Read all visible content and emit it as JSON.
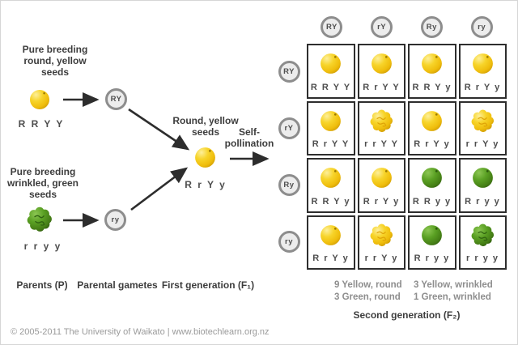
{
  "parents_section": {
    "parent1": {
      "label_lines": [
        "Pure breeding",
        "round, yellow",
        "seeds"
      ],
      "genotype": "R R Y Y",
      "seed": "round-yellow",
      "gamete": "RY"
    },
    "parent2": {
      "label_lines": [
        "Pure breeding",
        "wrinkled, green",
        "seeds"
      ],
      "genotype": "r r y y",
      "seed": "wrinkled-green",
      "gamete": "ry"
    }
  },
  "f1": {
    "label_lines": [
      "Round, yellow",
      "seeds"
    ],
    "genotype": "R r Y y",
    "seed": "round-yellow",
    "self_pollination_lines": [
      "Self-",
      "pollination"
    ]
  },
  "punnett": {
    "col_gametes": [
      "RY",
      "rY",
      "Ry",
      "ry"
    ],
    "row_gametes": [
      "RY",
      "rY",
      "Ry",
      "ry"
    ],
    "cells": [
      [
        {
          "genotype": "R R Y Y",
          "seed": "round-yellow"
        },
        {
          "genotype": "R r Y Y",
          "seed": "round-yellow"
        },
        {
          "genotype": "R R Y y",
          "seed": "round-yellow"
        },
        {
          "genotype": "R r Y y",
          "seed": "round-yellow"
        }
      ],
      [
        {
          "genotype": "R r Y Y",
          "seed": "round-yellow"
        },
        {
          "genotype": "r r Y Y",
          "seed": "wrinkled-yellow"
        },
        {
          "genotype": "R r Y y",
          "seed": "round-yellow"
        },
        {
          "genotype": "r r Y y",
          "seed": "wrinkled-yellow"
        }
      ],
      [
        {
          "genotype": "R R Y y",
          "seed": "round-yellow"
        },
        {
          "genotype": "R r Y y",
          "seed": "round-yellow"
        },
        {
          "genotype": "R R y y",
          "seed": "round-green"
        },
        {
          "genotype": "R r y y",
          "seed": "round-green"
        }
      ],
      [
        {
          "genotype": "R r Y y",
          "seed": "round-yellow"
        },
        {
          "genotype": "r r Y y",
          "seed": "wrinkled-yellow"
        },
        {
          "genotype": "R r y y",
          "seed": "round-green"
        },
        {
          "genotype": "r r y y",
          "seed": "wrinkled-green"
        }
      ]
    ]
  },
  "summary": {
    "left_lines": [
      "9 Yellow, round",
      "3 Green, round"
    ],
    "right_lines": [
      "3 Yellow, wrinkled",
      "1 Green, wrinkled"
    ]
  },
  "captions": {
    "parents": "Parents (P)",
    "gametes": "Parental gametes",
    "f1": "First generation (F₁)",
    "f2": "Second generation (F₂)"
  },
  "footer": "© 2005-2011 The University of Waikato | www.biotechlearn.org.nz",
  "colors": {
    "seed_yellow": "#f3c91c",
    "seed_green": "#559a20",
    "grid_border": "#2e2e2e",
    "gamete_ring": "#8d8d8d",
    "text_dark": "#3d3d3d",
    "text_summary": "#8e8e8e",
    "arrow": "#2d2d2d"
  }
}
